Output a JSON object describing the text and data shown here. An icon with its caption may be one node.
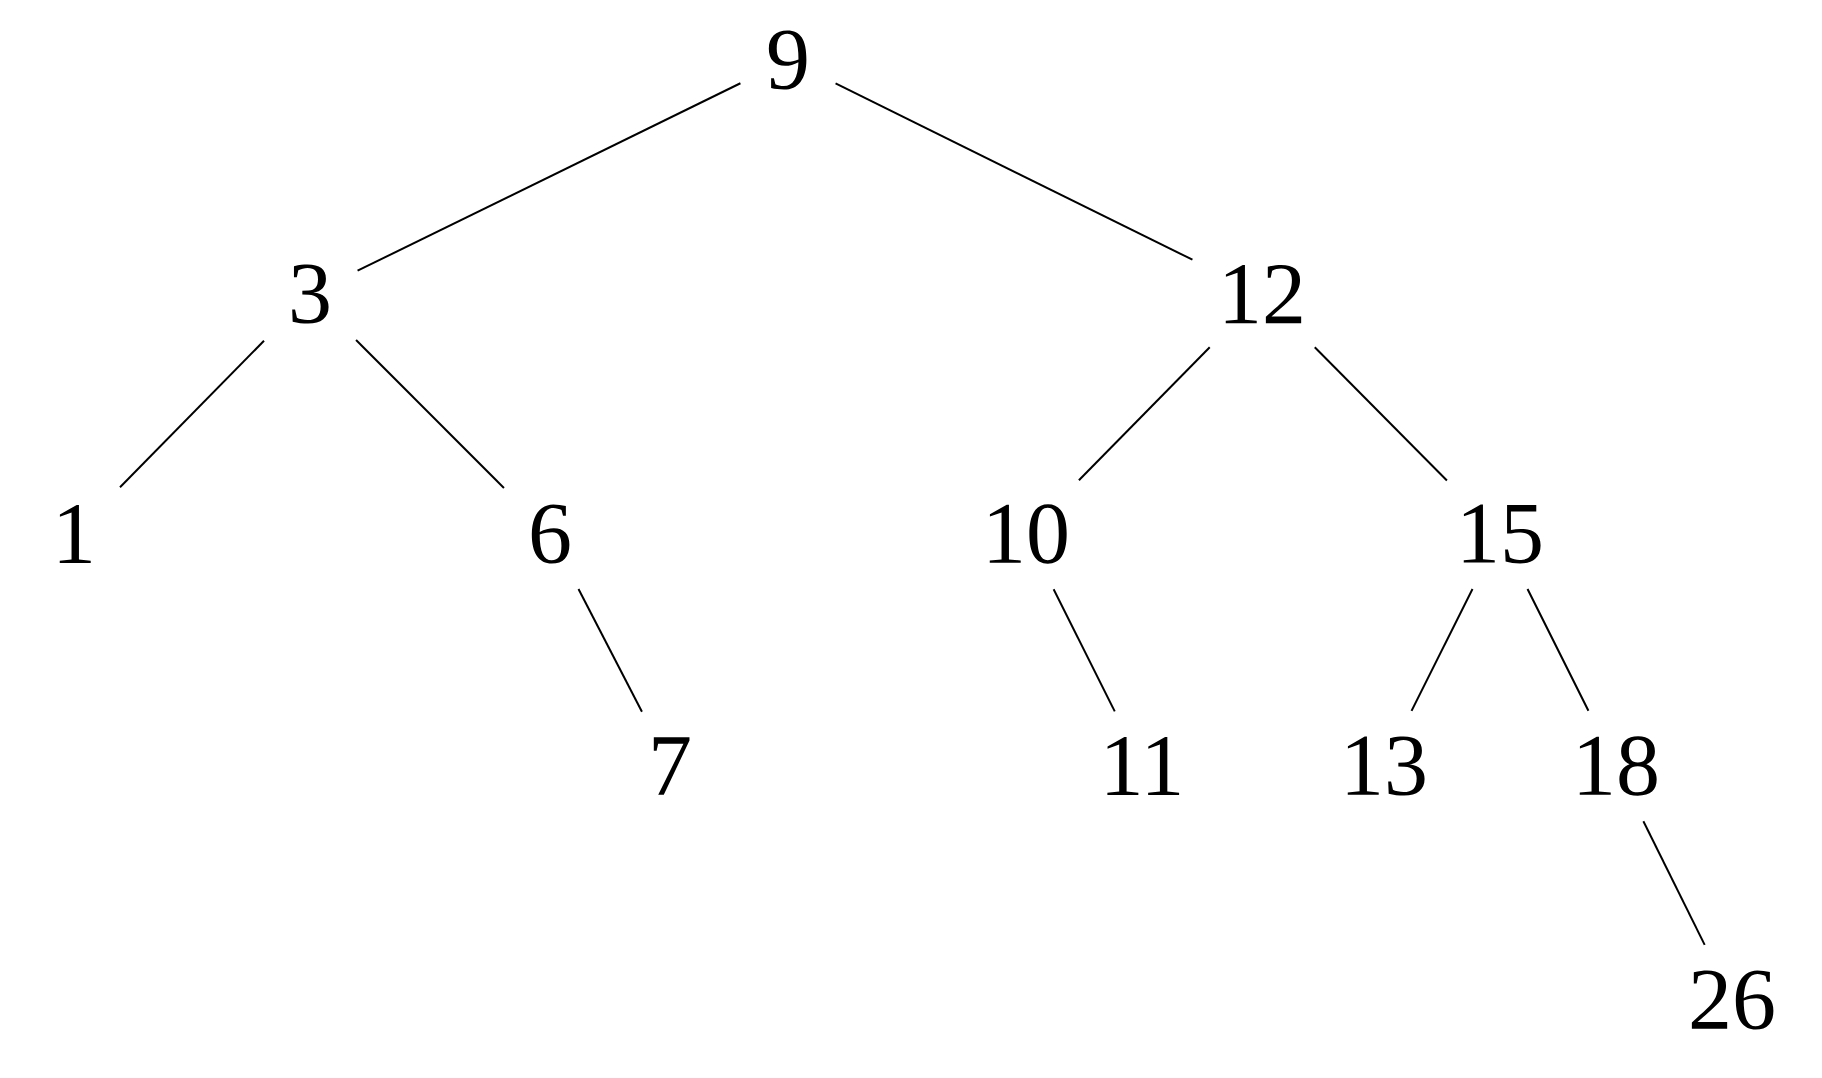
{
  "diagram": {
    "nodes": [
      {
        "text": [
          "9"
        ]
      },
      {
        "text": [
          "3"
        ]
      },
      {
        "text": [
          "12"
        ]
      },
      {
        "text": [
          "1"
        ]
      },
      {
        "text": [
          "6"
        ]
      },
      {
        "text": [
          "10"
        ]
      },
      {
        "text": [
          "15"
        ]
      },
      {
        "text": [
          "7"
        ]
      },
      {
        "text": [
          "11"
        ]
      },
      {
        "text": [
          "13"
        ]
      },
      {
        "text": [
          "18"
        ]
      },
      {
        "text": [
          "26"
        ]
      }
    ],
    "edges": [
      {
        "from": 0,
        "to": 1,
        "arrow": "none"
      },
      {
        "from": 0,
        "to": 2,
        "arrow": "none"
      },
      {
        "from": 1,
        "to": 3,
        "arrow": "none"
      },
      {
        "from": 1,
        "to": 4,
        "arrow": "none"
      },
      {
        "from": 2,
        "to": 5,
        "arrow": "none"
      },
      {
        "from": 2,
        "to": 6,
        "arrow": "none"
      },
      {
        "from": 4,
        "to": 7,
        "arrow": "none"
      },
      {
        "from": 5,
        "to": 8,
        "arrow": "none"
      },
      {
        "from": 6,
        "to": 9,
        "arrow": "none"
      },
      {
        "from": 6,
        "to": 10,
        "arrow": "none"
      },
      {
        "from": 10,
        "to": 11,
        "arrow": "none"
      }
    ]
  }
}
